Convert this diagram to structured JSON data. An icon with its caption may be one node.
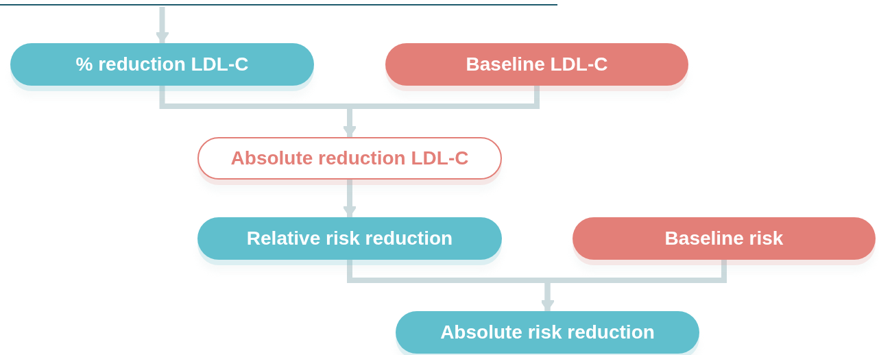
{
  "diagram": {
    "nodes": [
      {
        "text": [
          "% reduction LDL-C"
        ]
      },
      {
        "text": [
          "Baseline LDL-C"
        ]
      },
      {
        "text": [
          "Absolute reduction LDL-C"
        ]
      },
      {
        "text": [
          "Relative risk reduction"
        ]
      },
      {
        "text": [
          "Baseline risk"
        ]
      },
      {
        "text": [
          "Absolute risk reduction"
        ]
      }
    ],
    "edges": [
      {
        "from": null,
        "to": 0,
        "arrow": "to"
      },
      {
        "from": 0,
        "to": 2,
        "arrow": "to"
      },
      {
        "from": 1,
        "to": 2,
        "arrow": "to"
      },
      {
        "from": 2,
        "to": 3,
        "arrow": "to"
      },
      {
        "from": 3,
        "to": 5,
        "arrow": "to"
      },
      {
        "from": 4,
        "to": 5,
        "arrow": "to"
      }
    ]
  }
}
